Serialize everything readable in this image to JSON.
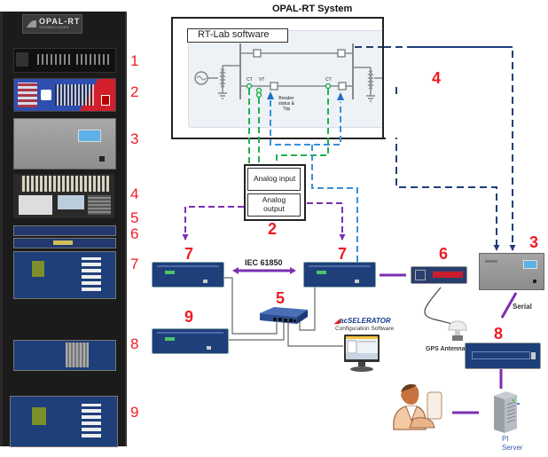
{
  "title": "OPAL-RT System",
  "rt_lab": {
    "label": "RT-Lab software",
    "ct_label_1": "CT",
    "vt_label": "VT",
    "ct_label_2": "CT",
    "breaker_label": [
      "Breaker",
      "status &",
      "Trip"
    ]
  },
  "rack": {
    "brand": "OPAL-RT",
    "brand_sub": "TECHNOLOGIES",
    "numbers": [
      "1",
      "2",
      "3",
      "4",
      "5",
      "6",
      "7",
      "8",
      "9"
    ]
  },
  "analog_box": {
    "input_label": "Analog input",
    "output_label_1": "Analog",
    "output_label_2": "output",
    "number": "2"
  },
  "labels": {
    "opal_number": "4",
    "relay_left_top_number": "7",
    "relay_right_top_number": "7",
    "relay_bottom_left_number": "9",
    "switch_number": "5",
    "gps_clock_number": "6",
    "ni_chassis_number": "3",
    "relay_8_number": "8",
    "iec": "IEC 61850",
    "gps_antenna": "GPS Antenna",
    "serial": "Serial",
    "acselerator_brand": "acSELERATOR",
    "config_software": "Configuration Software",
    "pi_server_1": "PI",
    "pi_server_2": "Server"
  },
  "colors": {
    "red_numbers": "#ee1c24",
    "green_signal": "#22b14c",
    "light_blue_signal": "#3a8fd8",
    "dark_blue_signal": "#1f3f7a",
    "purple_link": "#7b2fb0",
    "relay_blue": "#1e3f7a"
  }
}
